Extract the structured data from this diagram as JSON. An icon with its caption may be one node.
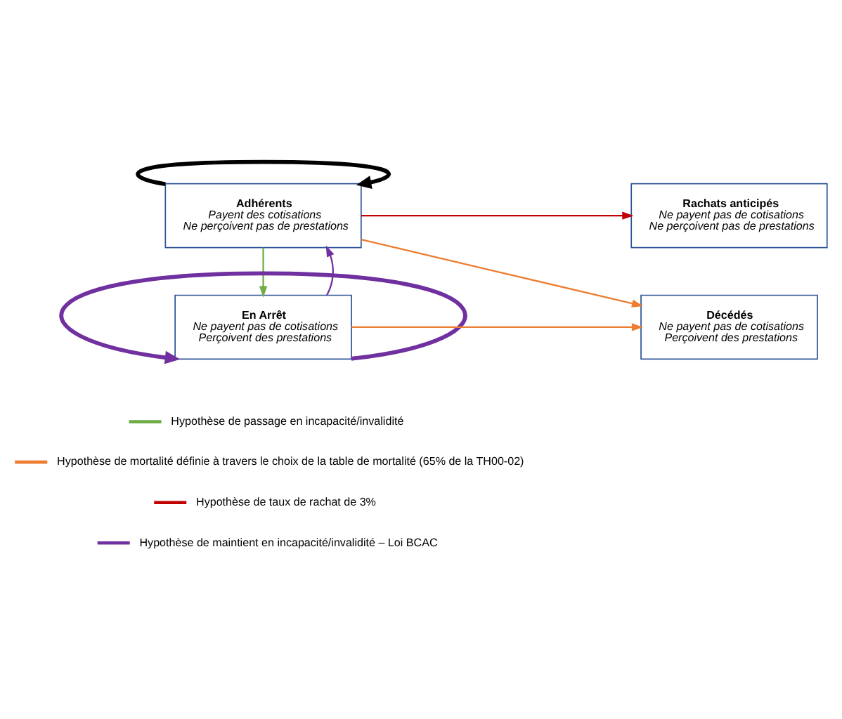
{
  "diagram": {
    "nodes": [
      {
        "text": [
          "Adhérents",
          "Payent des cotisations",
          "Ne perçoivent pas de prestations"
        ]
      },
      {
        "text": [
          "En Arrêt",
          "Ne payent pas de cotisations",
          "Perçoivent des prestations"
        ]
      },
      {
        "text": [
          "Rachats anticipés",
          "Ne payent pas de cotisations",
          "Ne perçoivent pas de prestations"
        ]
      },
      {
        "text": [
          "Décédés",
          "Ne payent pas de cotisations",
          "Perçoivent des prestations"
        ]
      }
    ],
    "edges": [
      {
        "from": 0,
        "to": 0,
        "arrow": "to",
        "style": "thick",
        "color": "#000000"
      },
      {
        "from": 0,
        "to": 2,
        "arrow": "to",
        "color": "#c00000"
      },
      {
        "from": 0,
        "to": 3,
        "arrow": "to",
        "color": "#ed7d31"
      },
      {
        "from": 0,
        "to": 1,
        "arrow": "to",
        "color": "#70ad47"
      },
      {
        "from": 1,
        "to": 0,
        "arrow": "to",
        "color": "#7030a0"
      },
      {
        "from": 1,
        "to": 3,
        "arrow": "to",
        "color": "#ed7d31"
      },
      {
        "from": 1,
        "to": 1,
        "arrow": "to",
        "style": "thick",
        "color": "#7030a0"
      }
    ],
    "legend": [
      {
        "text": "Hypothèse de passage en incapacité/invalidité",
        "color": "#70ad47"
      },
      {
        "text": "Hypothèse de mortalité définie à travers le choix de la table de mortalité (65% de la TH00-02)",
        "color": "#ed7d31"
      },
      {
        "text": "Hypothèse de taux de rachat de 3%",
        "color": "#c00000"
      },
      {
        "text": "Hypothèse de maintient en incapacité/invalidité – Loi BCAC",
        "color": "#7030a0"
      }
    ]
  }
}
